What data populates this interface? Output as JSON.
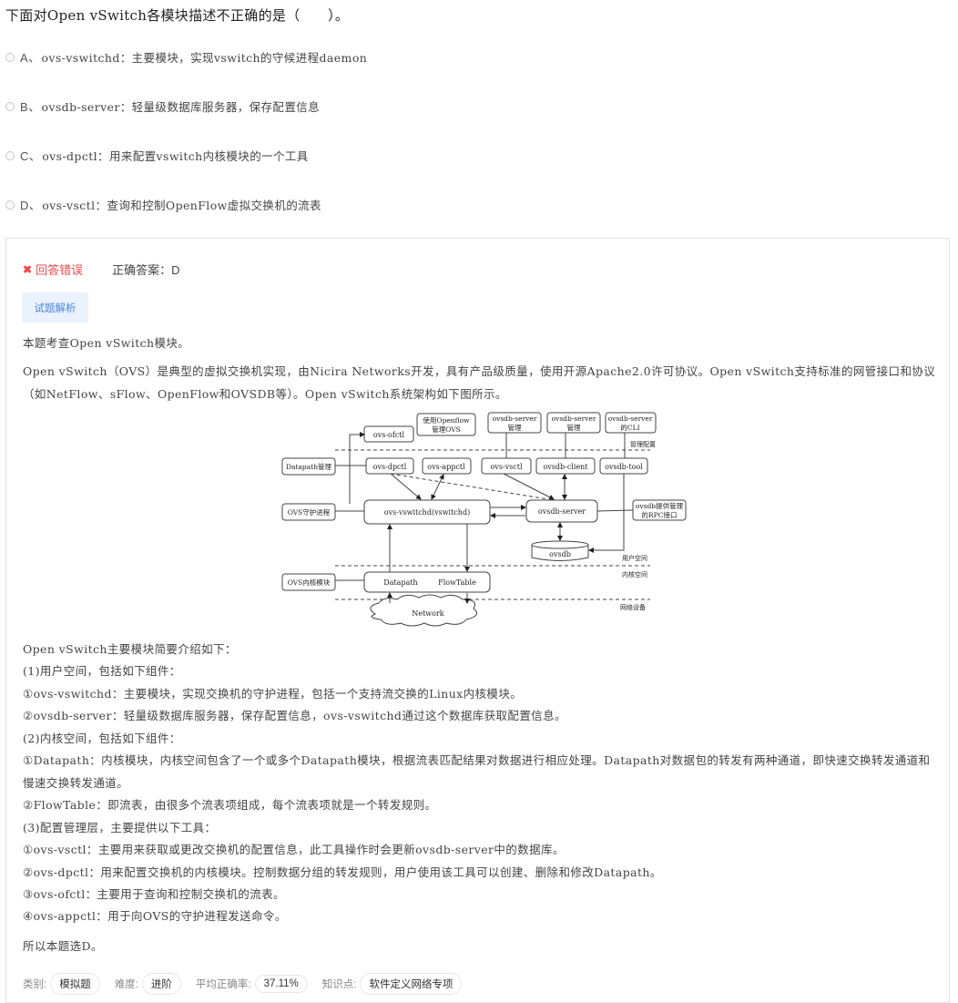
{
  "question": {
    "text": "下面对Open vSwitch各模块描述不正确的是（　　）。",
    "options": [
      {
        "letter": "A、",
        "text": "ovs-vswitchd：主要模块，实现vswitch的守候进程daemon"
      },
      {
        "letter": "B、",
        "text": "ovsdb-server：轻量级数据库服务器，保存配置信息"
      },
      {
        "letter": "C、",
        "text": "ovs-dpctl：用来配置vswitch内核模块的一个工具"
      },
      {
        "letter": "D、",
        "text": "ovs-vsctl：查询和控制OpenFlow虚拟交换机的流表"
      }
    ]
  },
  "result": {
    "status_icon": "close-icon",
    "status_text": "回答错误",
    "correct_answer_label": "正确答案：",
    "correct_answer": "D",
    "colors": {
      "wrong": "#f2494b",
      "tab_bg": "#eaf2fe",
      "tab_text": "#4a84e0"
    }
  },
  "analysis_tab": "试题解析",
  "analysis": {
    "intro": "本题考查Open vSwitch模块。",
    "p1": "Open vSwitch（OVS）是典型的虚拟交换机实现，由Nicira Networks开发，具有产品级质量，使用开源Apache2.0许可协议。Open vSwitch支持标准的网管接口和协议（如NetFlow、sFlow、OpenFlow和OVSDB等）。Open vSwitch系统架构如下图所示。",
    "lines": [
      "Open vSwitch主要模块简要介绍如下：",
      "(1)用户空间，包括如下组件：",
      "①ovs-vswitchd：主要模块，实现交换机的守护进程，包括一个支持流交换的Linux内核模块。",
      "②ovsdb-server：轻量级数据库服务器，保存配置信息，ovs-vswitchd通过这个数据库获取配置信息。",
      "(2)内核空间，包括如下组件：",
      "①Datapath：内核模块，内核空间包含了一个或多个Datapath模块，根据流表匹配结果对数据进行相应处理。Datapath对数据包的转发有两种通道，即快速交换转发通道和慢速交换转发通道。",
      "②FlowTable：即流表，由很多个流表项组成，每个流表项就是一个转发规则。",
      "(3)配置管理层，主要提供以下工具：",
      "①ovs-vsctl：主要用来获取或更改交换机的配置信息，此工具操作时会更新ovsdb-server中的数据库。",
      "②ovs-dpctl：用来配置交换机的内核模块。控制数据分组的转发规则，用户使用该工具可以创建、删除和修改Datapath。",
      "③ovs-ofctl：主要用于查询和控制交换机的流表。",
      "④ovs-appctl：用于向OVS的守护进程发送命令。"
    ],
    "conclusion": "所以本题选D。"
  },
  "diagram": {
    "boxes": {
      "ofctl": "ovs-ofctl",
      "dpctl": "ovs-dpctl",
      "appctl": "ovs-appctl",
      "vsctl": "ovs-vsctl",
      "client": "ovsdb-client",
      "tool": "ovsdb-tool",
      "vswitchd": "ovs-vswitchd(vswitchd)",
      "server": "ovsdb-server",
      "ovsdb": "ovsdb",
      "datapath": "Datapath",
      "flowtable": "FlowTable",
      "network": "Network"
    },
    "callouts": {
      "openflow_1": "使用Openflow",
      "openflow_2": "管理OVS",
      "vsctl_1": "ovsdb-server",
      "vsctl_2": "管理",
      "client_1": "ovsdb-server",
      "client_2": "管理",
      "tool_1": "ovsdb-server",
      "tool_2": "的CLI",
      "dp_mgmt": "Datapath管理",
      "daemon": "OVS守护进程",
      "kernel_mod": "OVS内核模块",
      "rpc_1": "ovsdb提供管理",
      "rpc_2": "的RPC接口"
    },
    "layers": {
      "mgmt": "管理配置",
      "user": "用户空间",
      "kernel": "内核空间",
      "net": "网络设备"
    }
  },
  "meta": {
    "category_label": "类别:",
    "category": "模拟题",
    "difficulty_label": "难度:",
    "difficulty": "进阶",
    "accuracy_label": "平均正确率:",
    "accuracy": "37.11%",
    "topic_label": "知识点:",
    "topic": "软件定义网络专项"
  }
}
